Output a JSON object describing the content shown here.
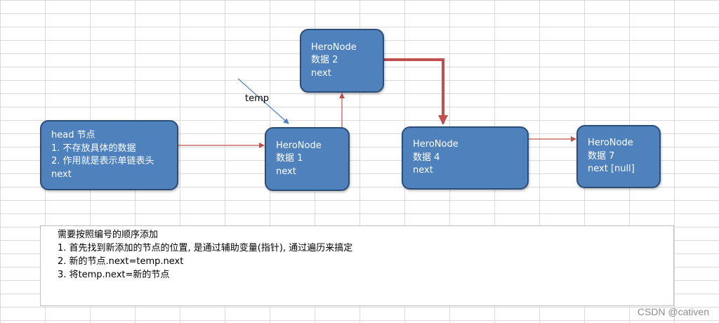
{
  "nodes": {
    "head": {
      "lines": [
        "head 节点",
        "1. 不存放具体的数据",
        "2. 作用就是表示单链表头",
        "next"
      ]
    },
    "n1": {
      "lines": [
        "HeroNode",
        "数据 1",
        "next"
      ]
    },
    "n2": {
      "lines": [
        "HeroNode",
        "数据 2",
        "next"
      ]
    },
    "n4": {
      "lines": [
        "HeroNode",
        "数据 4",
        "next"
      ]
    },
    "n7": {
      "lines": [
        "HeroNode",
        "数据 7",
        "next [null]"
      ]
    }
  },
  "temp_label": "temp",
  "note": {
    "lines": [
      "需要按照编号的顺序添加",
      "1. 首先找到新添加的节点的位置, 是通过辅助变量(指针), 通过遍历来搞定",
      "2. 新的节点.next=temp.next",
      "3. 将temp.next=新的节点"
    ]
  },
  "watermark": "CSDN @cativen",
  "colors": {
    "node_fill": "#4f81bd",
    "node_border": "#2c4d75",
    "link_line": "#c0504d",
    "temp_arrow": "#4f81bd"
  }
}
